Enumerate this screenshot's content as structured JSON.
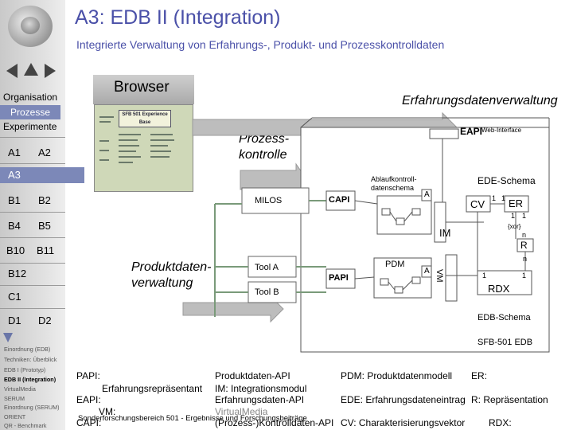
{
  "header": {
    "title": "A3: EDB II (Integration)",
    "subtitle": "Integrierte Verwaltung von Erfahrungs-, Produkt- und Prozesskontrolldaten"
  },
  "sidebar": {
    "organisation": "Organisation",
    "prozesse": "Prozesse",
    "experimente": "Experimente",
    "projects": [
      "A1",
      "A2",
      "A3",
      "B1",
      "B2",
      "B4",
      "B5",
      "B10",
      "B11",
      "B12",
      "C1",
      "D1",
      "D2"
    ],
    "links": [
      "Einordnung (EDB)",
      "Techniken: Überblick",
      "EDB I (Prototyp)",
      "EDB II (Integration)",
      "VirtualMedia",
      "SERUM",
      "Einordnung (SERUM)",
      "ORIENT",
      "QR - Benchmark"
    ]
  },
  "diagram": {
    "browser": "Browser",
    "thumbnail_title": "SFB 501 Experience Base",
    "erfahrungsdatenverwaltung": "Erfahrungsdatenverwaltung",
    "prozesskontrolle_1": "Prozess-",
    "prozesskontrolle_2": "kontrolle",
    "produktdatenverwaltung_1": "Produktdaten-",
    "produktdatenverwaltung_2": "verwaltung",
    "eapi": "EAPI",
    "web_interface": "Web-Interface",
    "ablaufkontroll_1": "Ablaufkontroll-",
    "ablaufkontroll_2": "datenschema",
    "a": "A",
    "ede_schema": "EDE-Schema",
    "milos": "MILOS",
    "capi": "CAPI",
    "cv": "CV",
    "er": "ER",
    "one": "1",
    "n": "n",
    "xor": "{xor}",
    "im": "IM",
    "r": "R",
    "tool_a": "Tool A",
    "tool_b": "Tool B",
    "pdm": "PDM",
    "papi": "PAPI",
    "vm": "VM",
    "rdx": "RDX",
    "edb_schema": "EDB-Schema",
    "sfb_edb": "SFB-501 EDB"
  },
  "legend": {
    "papi": "PAPI:",
    "papi_desc": "Erfahrungsrepräsentant",
    "eapi": "EAPI:",
    "vm": "VM:",
    "capi": "CAPI:",
    "produktdaten_api": "Produktdaten-API",
    "im_desc": "IM:  Integrationsmodul",
    "erfahrungsdaten_api": "Erfahrungsdaten-API",
    "virtual_media": "VirtualMedia",
    "prozess_api": "(Prozess-)Kontrolldaten-API",
    "pdm_desc": "PDM: Produktdatenmodell",
    "ede_desc": "EDE: Erfahrungsdateneintrag",
    "cv_desc": "CV:  Charakterisierungsvektor",
    "er": "ER:",
    "r_desc": "R:  Repräsentation",
    "rdx": "RDX:"
  },
  "footer": "Sonderforschungsbereich 501 - Ergebnisse und Forschungsbeiträge"
}
